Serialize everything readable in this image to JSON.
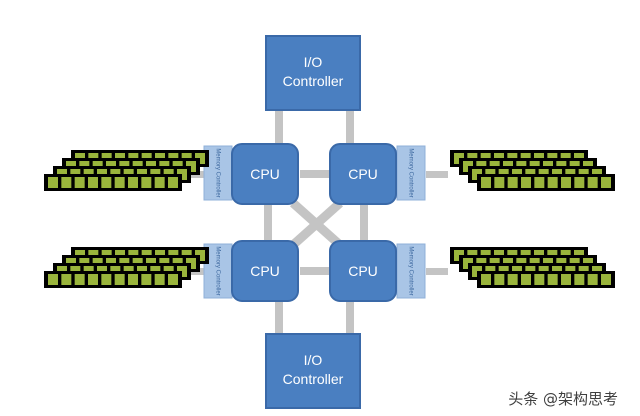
{
  "io_controllers": [
    {
      "id": "io-top",
      "label_line1": "I/O",
      "label_line2": "Controller"
    },
    {
      "id": "io-bottom",
      "label_line1": "I/O",
      "label_line2": "Controller"
    }
  ],
  "cpus": [
    {
      "id": "cpu-top-left",
      "label": "CPU",
      "memory_controller_label": "Memory Controller"
    },
    {
      "id": "cpu-top-right",
      "label": "CPU",
      "memory_controller_label": "Memory Controller"
    },
    {
      "id": "cpu-bottom-left",
      "label": "CPU",
      "memory_controller_label": "Memory Controller"
    },
    {
      "id": "cpu-bottom-right",
      "label": "CPU",
      "memory_controller_label": "Memory Controller"
    }
  ],
  "memory_banks": [
    {
      "id": "dimm-bank-top-left",
      "module_count": 4
    },
    {
      "id": "dimm-bank-top-right",
      "module_count": 4
    },
    {
      "id": "dimm-bank-bottom-left",
      "module_count": 4
    },
    {
      "id": "dimm-bank-bottom-right",
      "module_count": 4
    }
  ],
  "watermark": "头条 @架构思考",
  "colors": {
    "box_fill": "#4a7fc1",
    "box_stroke": "#3a69a8",
    "mem_ctrl_fill": "#a9c5e6",
    "mem_ctrl_text": "#3f6aa0",
    "connector": "#c4c4c4",
    "dimm_fill": "#000000",
    "dimm_chip": "#9ab53c",
    "label_text": "#ffffff"
  }
}
